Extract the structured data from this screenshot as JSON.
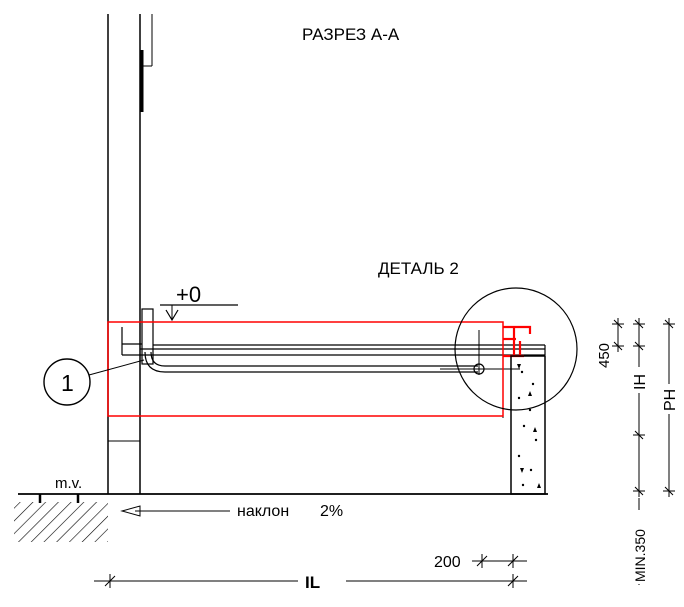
{
  "drawing": {
    "section_title": "РАЗРЕЗ А-А",
    "detail_label": "ДЕТАЛЬ 2",
    "level_mark": "+0",
    "callout_number": "1",
    "ground_label": "m.v.",
    "slope_label": "наклон",
    "slope_value": "2%",
    "dimensions": {
      "d450": "450",
      "ih": "IH",
      "ph": "PH",
      "min350": "MIN.350",
      "d200": "200",
      "il": "IL"
    },
    "colors": {
      "line": "#000000",
      "highlight": "#ff0000"
    }
  }
}
